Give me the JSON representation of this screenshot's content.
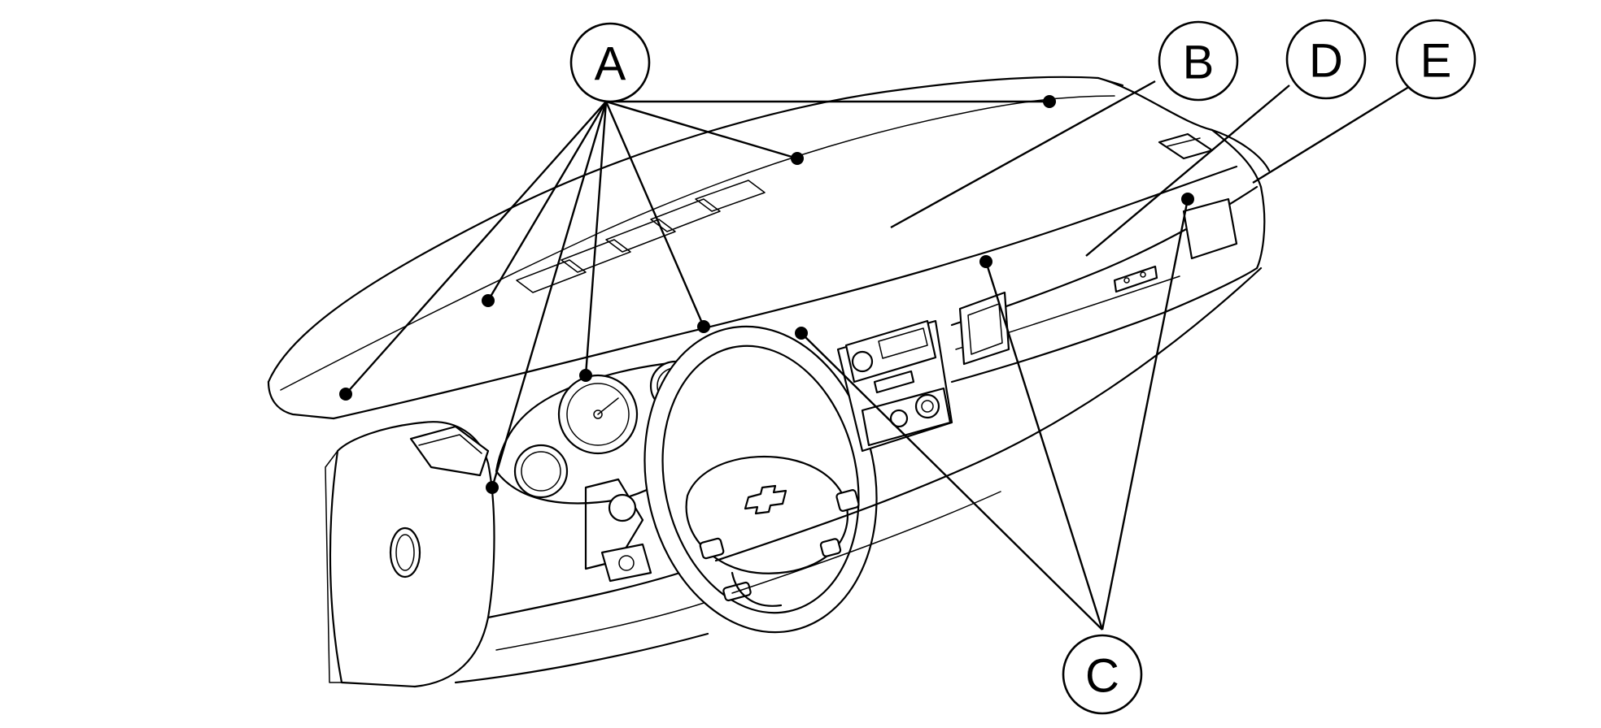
{
  "callouts": {
    "a": "A",
    "b": "B",
    "c": "C",
    "d": "D",
    "e": "E"
  },
  "style": {
    "line_color": "#000000",
    "background": "#ffffff"
  }
}
